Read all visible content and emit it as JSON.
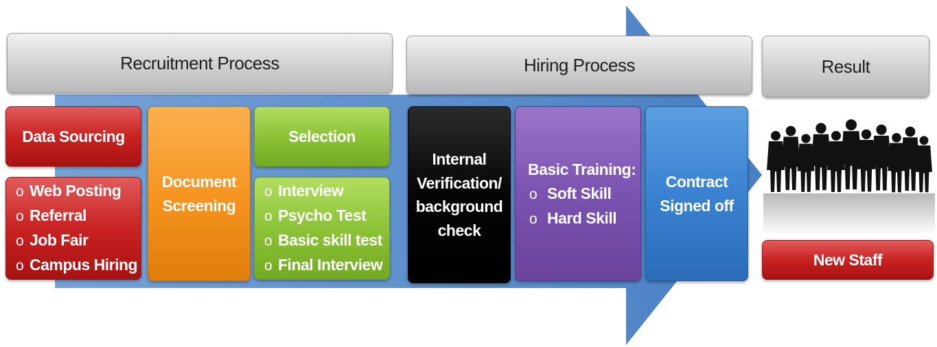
{
  "headers": {
    "recruitment": "Recruitment Process",
    "hiring": "Hiring Process",
    "result": "Result"
  },
  "recruitment": {
    "data_sourcing": {
      "title": "Data Sourcing",
      "items": [
        "Web Posting",
        "Referral",
        "Job Fair",
        "Campus Hiring"
      ]
    },
    "document_screening": {
      "line1": "Document",
      "line2": "Screening"
    },
    "selection": {
      "title": "Selection",
      "items": [
        "Interview",
        "Psycho Test",
        "Basic skill test",
        "Final Interview"
      ]
    }
  },
  "hiring": {
    "verification": {
      "line1": "Internal",
      "line2": "Verification/",
      "line3": "background",
      "line4": "check"
    },
    "training": {
      "title": "Basic Training:",
      "items": [
        "Soft Skill",
        "Hard Skill"
      ]
    },
    "contract": {
      "line1": "Contract",
      "line2": "Signed off"
    }
  },
  "result": {
    "label": "New Staff",
    "image": "business-people-silhouette-icon"
  },
  "colors": {
    "arrow": "#4f86c6",
    "header": "#c8c8c8",
    "red": "#c92222",
    "orange": "#f5931e",
    "green": "#8cc337",
    "black": "#000000",
    "purple": "#7a52b0",
    "blue": "#3a82d1"
  }
}
